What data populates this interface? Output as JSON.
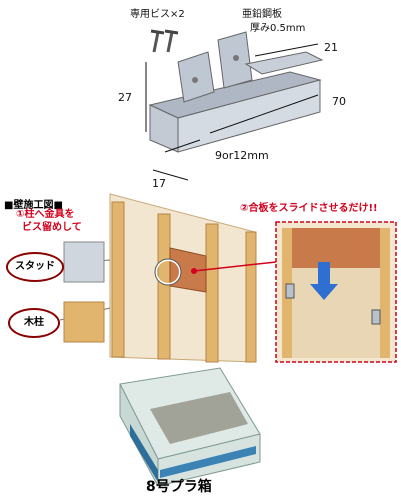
{
  "top_diagram": {
    "screws_label": "専用ビス×2",
    "material_label_line1": "亜鉛鋼板",
    "material_label_line2": "厚み0.5mm",
    "dims": {
      "width_top": "21",
      "height": "27",
      "length": "70",
      "depth": "9or12mm",
      "bottom": "17"
    }
  },
  "install": {
    "section_title": "■壁施工図■",
    "step1_line1": "①柱へ金具を",
    "step1_line2": "ビス留めして",
    "step2": "②合板をスライドさせるだけ!!",
    "callout_stud": "スタッド",
    "callout_post": "木柱"
  },
  "product": {
    "caption": "8号プラ箱"
  },
  "colors": {
    "accent_red": "#d2001c",
    "wood": "#e2b56f",
    "copper": "#c87a4a",
    "metal": "#b9c1cc"
  }
}
